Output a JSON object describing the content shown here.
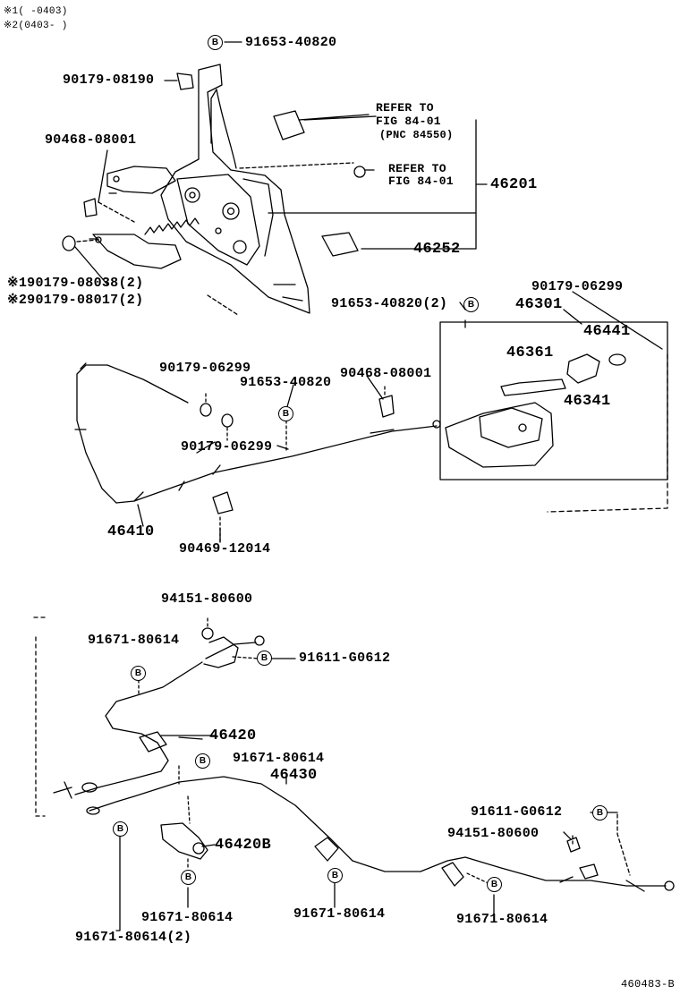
{
  "notes": {
    "n1": "※1(     -0403)",
    "n2": "※2(0403-     )"
  },
  "badge_letter": "B",
  "figure_id": "460483-B",
  "labels": {
    "p_91653_40820_top": "91653-40820",
    "p_90179_08190": "90179-08190",
    "p_90468_08001_top": "90468-08001",
    "refer1_line1": "REFER TO",
    "refer1_line2": "FIG 84-01",
    "refer1_line3": "(PNC 84550)",
    "refer2_line1": "REFER TO",
    "refer2_line2": "FIG 84-01",
    "p_46201": "46201",
    "p_46252": "46252",
    "p_90179_08038": "※190179-08038(2)",
    "p_90179_08017": "※290179-08017(2)",
    "p_91653_40820_2": "91653-40820(2)",
    "p_46301": "46301",
    "p_90179_06299_right": "90179-06299",
    "p_46441": "46441",
    "p_46361": "46361",
    "p_46341": "46341",
    "p_90179_06299_a": "90179-06299",
    "p_91653_40820_mid": "91653-40820",
    "p_90468_08001_mid": "90468-08001",
    "p_90179_06299_b": "90179-06299",
    "p_46410": "46410",
    "p_90469_12014": "90469-12014",
    "p_94151_80600_top": "94151-80600",
    "p_91671_80614_a": "91671-80614",
    "p_91611_G0612_top": "91611-G0612",
    "p_46420": "46420",
    "p_91671_80614_b": "91671-80614",
    "p_46430": "46430",
    "p_91611_G0612_right": "91611-G0612",
    "p_94151_80600_right": "94151-80600",
    "p_46420B": "46420B",
    "p_91671_80614_c": "91671-80614",
    "p_91671_80614_d": "91671-80614",
    "p_91671_80614_e": "91671-80614",
    "p_91671_80614_2": "91671-80614(2)"
  }
}
